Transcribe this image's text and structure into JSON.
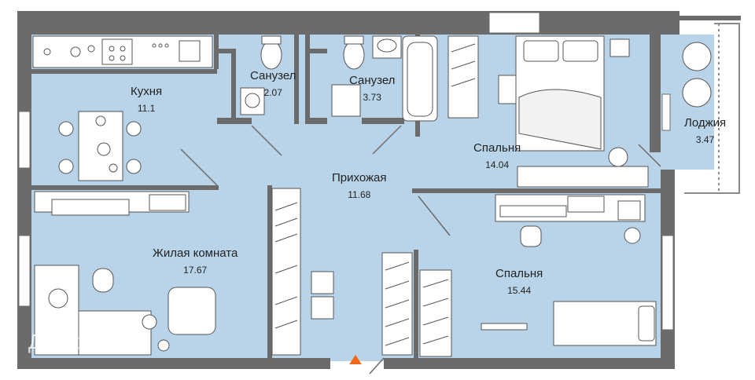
{
  "rooms": [
    {
      "name": "Кухня",
      "area": "11.1"
    },
    {
      "name": "Санузел",
      "area": "2.07"
    },
    {
      "name": "Санузел",
      "area": "3.73"
    },
    {
      "name": "Прихожая",
      "area": "11.68"
    },
    {
      "name": "Спальня",
      "area": "14.04"
    },
    {
      "name": "Лоджия",
      "area": "3.47"
    },
    {
      "name": "Жилая комната",
      "area": "17.67"
    },
    {
      "name": "Спальня",
      "area": "15.44"
    }
  ],
  "watermark": "Домклик",
  "colors": {
    "floor": "#b9d4e8",
    "wall": "#6b6b6b",
    "furniture": "#ffffff",
    "furniture_line": "#555555",
    "entrance_marker": "#f26b1d"
  },
  "icons": {
    "entrance": "triangle-up"
  }
}
